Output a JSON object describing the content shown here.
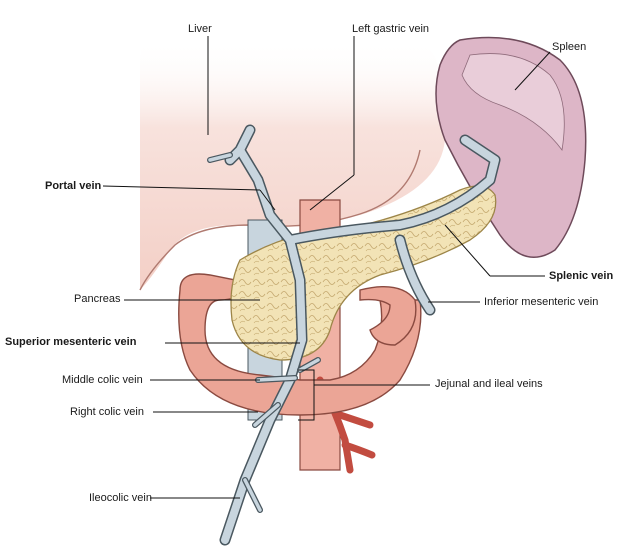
{
  "colors": {
    "liver": "#f3cfc6",
    "spleen": "#ddb6c7",
    "pancreas": "#f2e3b6",
    "intestine": "#eba596",
    "vein": "#c8d5de",
    "vein_outline": "#4a5860",
    "artery": "#d9695c",
    "leader_line": "#111111"
  },
  "labels": {
    "liver": "Liver",
    "left_gastric_vein": "Left gastric vein",
    "spleen": "Spleen",
    "portal_vein": "Portal vein",
    "splenic_vein": "Splenic vein",
    "pancreas": "Pancreas",
    "inferior_mesenteric_vein": "Inferior mesenteric vein",
    "superior_mesenteric_vein": "Superior mesenteric vein",
    "middle_colic_vein": "Middle colic vein",
    "jejunal_and_ileal_veins": "Jejunal and ileal veins",
    "right_colic_vein": "Right colic vein",
    "ileocolic_vein": "Ileocolic vein"
  }
}
